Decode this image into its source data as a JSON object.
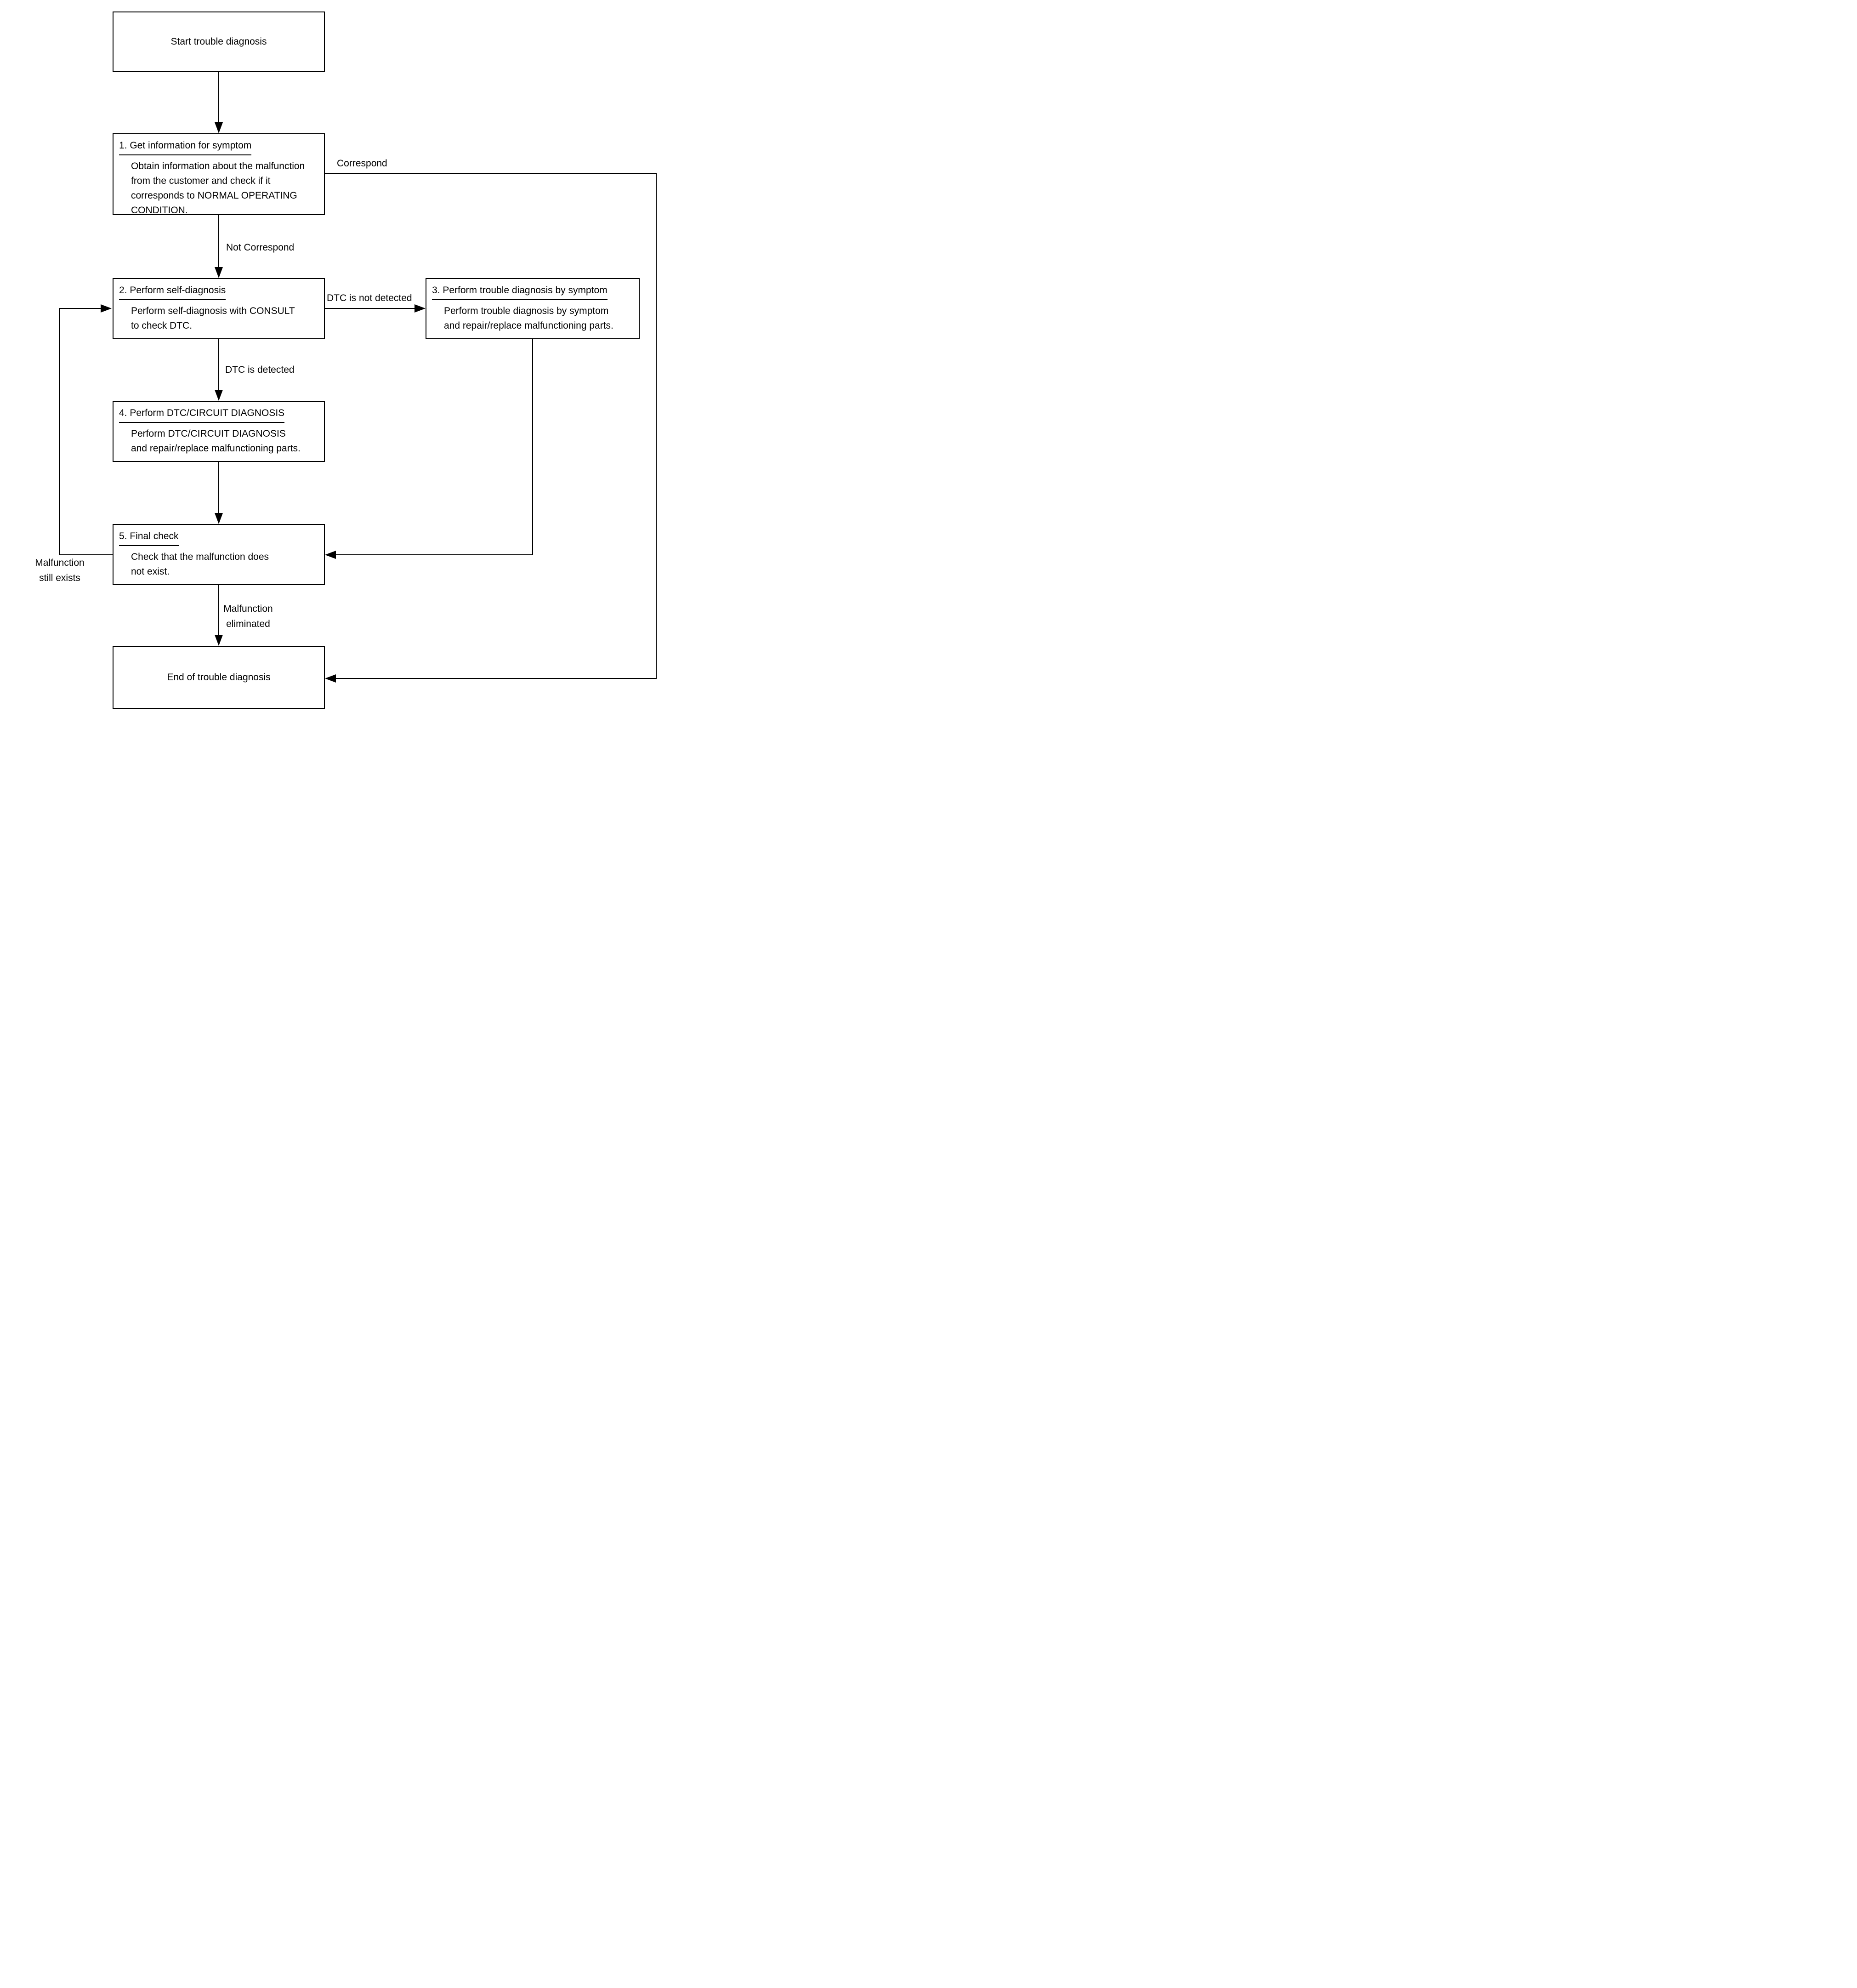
{
  "flowchart": {
    "nodes": {
      "start": {
        "label": "Start trouble diagnosis"
      },
      "step1": {
        "title": "1. Get information for symptom",
        "body": [
          "Obtain information about the malfunction",
          "from the customer and check if it",
          "corresponds to NORMAL OPERATING",
          "CONDITION."
        ]
      },
      "step2": {
        "title": "2. Perform self-diagnosis",
        "body": [
          "Perform self-diagnosis with CONSULT",
          "to check DTC."
        ]
      },
      "step3": {
        "title": "3. Perform trouble diagnosis by symptom",
        "body": [
          "Perform trouble diagnosis by symptom",
          "and repair/replace malfunctioning parts."
        ]
      },
      "step4": {
        "title": "4. Perform DTC/CIRCUIT DIAGNOSIS",
        "body": [
          "Perform DTC/CIRCUIT DIAGNOSIS",
          "and repair/replace malfunctioning parts."
        ]
      },
      "step5": {
        "title": "5. Final check",
        "body": [
          "Check that the malfunction does",
          "not exist."
        ]
      },
      "end": {
        "label": "End of trouble diagnosis"
      }
    },
    "edge_labels": {
      "correspond": "Correspond",
      "not_correspond": "Not Correspond",
      "dtc_not_detected": "DTC is not detected",
      "dtc_detected": "DTC is detected",
      "malfunction_still_exists": [
        "Malfunction",
        "still exists"
      ],
      "malfunction_eliminated": [
        "Malfunction",
        "eliminated"
      ]
    },
    "colors": {
      "line": "#000000",
      "text": "#000000",
      "background": "#ffffff"
    }
  }
}
